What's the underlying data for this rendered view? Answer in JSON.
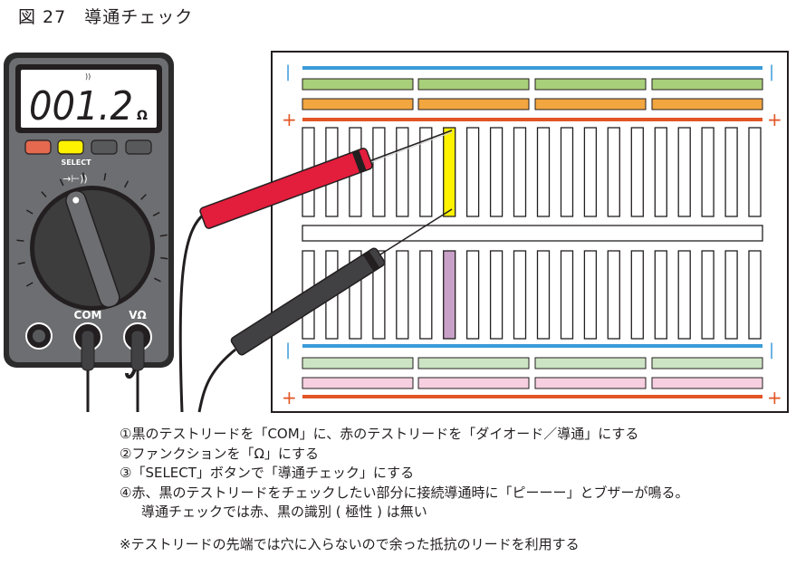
{
  "figure": {
    "title": "図 27　導通チェック"
  },
  "multimeter": {
    "display_value": "001.2",
    "display_unit": "Ω",
    "select_label": "SELECT",
    "mode_symbol": "→⊢))",
    "com_label": "COM",
    "v_ohm_label": "VΩ",
    "button_colors": [
      "#e4694f",
      "#fff200",
      "#58595b",
      "#58595b"
    ]
  },
  "breadboard": {
    "rail_minus_symbol": "|",
    "rail_plus_symbol": "+",
    "rail_colors": {
      "minus": "#3b9bd9",
      "plus": "#e25524",
      "top_upper_strip": "#a8cf7a",
      "top_lower_strip": "#f2a640",
      "bottom_upper_strip": "#cde4c4",
      "bottom_lower_strip": "#f6cfe0",
      "highlight_upper": "#fff200",
      "highlight_lower": "#c9a0c8"
    }
  },
  "probes": {
    "red_color": "#e31d3c",
    "black_color": "#414042"
  },
  "instructions": [
    "①黒のテストリードを「COM」に、赤のテストリードを「ダイオード／導通」にする",
    "②ファンクションを「Ω」にする",
    "③「SELECT」ボタンで「導通チェック」にする",
    "④赤、黒のテストリードをチェックしたい部分に接続導通時に「ピーーー」とブザーが鳴る。",
    "導通チェックでは赤、黒の識別 ( 極性 ) は無い"
  ],
  "note": "※テストリードの先端では穴に入らないので余った抵抗のリードを利用する"
}
